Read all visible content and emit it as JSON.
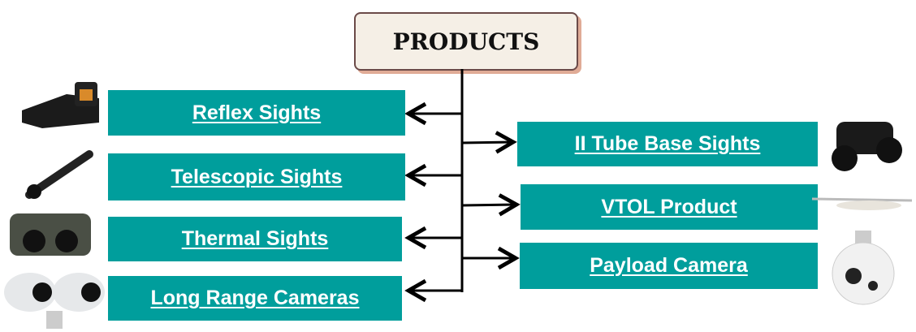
{
  "root": {
    "label": "PRODUCTS"
  },
  "left_items": [
    {
      "label": "Reflex Sights",
      "icon": "reflex-sight-image"
    },
    {
      "label": "Telescopic Sights",
      "icon": "rifle-scope-image"
    },
    {
      "label": "Thermal Sights",
      "icon": "thermal-binocular-image"
    },
    {
      "label": "Long Range Cameras",
      "icon": "surveillance-camera-image"
    }
  ],
  "right_items": [
    {
      "label": "II Tube Base Sights",
      "icon": "night-vision-goggles-image"
    },
    {
      "label": "VTOL Product",
      "icon": "vtol-drone-image"
    },
    {
      "label": "Payload Camera",
      "icon": "gimbal-camera-image"
    }
  ],
  "colors": {
    "box": "#009e9c",
    "root_bg": "#f5efe6",
    "root_shadow": "#e0ab96"
  }
}
